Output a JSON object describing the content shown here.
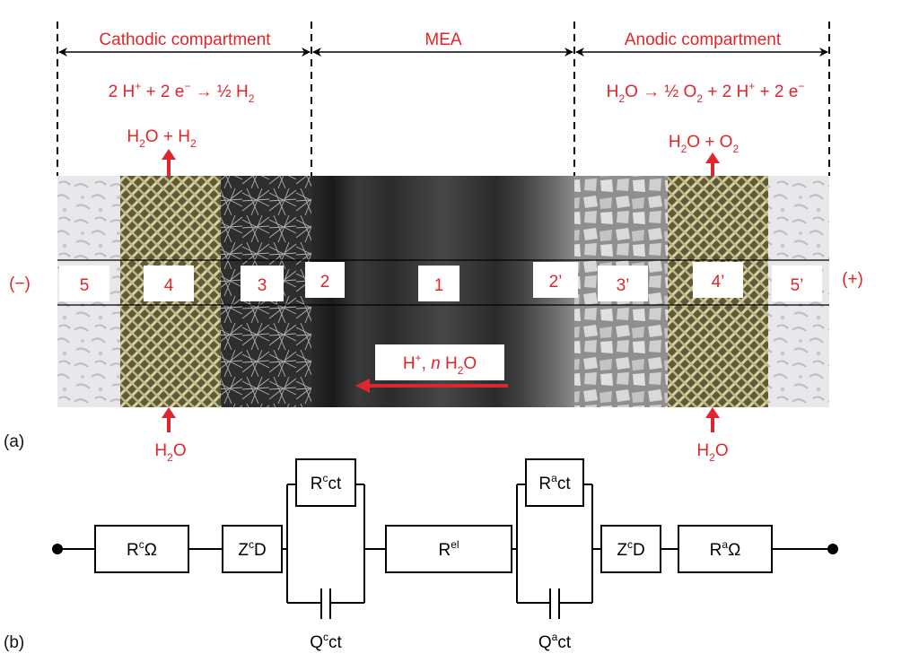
{
  "header": {
    "cathodic": "Cathodic compartment",
    "mea": "MEA",
    "anodic": "Anodic compartment"
  },
  "reactions": {
    "cathode_parts": [
      "2 H",
      "+",
      " + 2 e",
      "−",
      " → ½ H",
      "2"
    ],
    "anode_parts": [
      "H",
      "2",
      "O → ½ O",
      "2",
      " + 2 H",
      "+",
      " + 2 e",
      "−"
    ]
  },
  "products": {
    "cathode_parts": [
      "H",
      "2",
      "O + H",
      "2"
    ],
    "anode_parts": [
      "H",
      "2",
      "O + O",
      "2"
    ]
  },
  "inputs": {
    "left_parts": [
      "H",
      "2",
      "O"
    ],
    "right_parts": [
      "H",
      "2",
      "O"
    ]
  },
  "poles": {
    "negative": "(−)",
    "positive": "(+)"
  },
  "layers": [
    "5",
    "4",
    "3",
    "2",
    "1",
    "2’",
    "3’",
    "4’",
    "5’"
  ],
  "proton_flow_parts": [
    "H",
    "+",
    ", ",
    "n",
    " H",
    "2",
    "O"
  ],
  "panel_labels": {
    "a": "(a)",
    "b": "(b)"
  },
  "circuit": {
    "rc_omega": [
      "R",
      "c",
      "Ω"
    ],
    "zc_d_left": [
      "Z",
      "c",
      "D"
    ],
    "rc_ct": [
      "R",
      "c",
      "ct"
    ],
    "qc_ct": [
      "Q",
      "c",
      "ct"
    ],
    "r_el": [
      "R",
      "el"
    ],
    "ra_ct": [
      "R",
      "a",
      "ct"
    ],
    "qa_ct": [
      "Q",
      "a",
      "ct"
    ],
    "zc_d_right": [
      "Z",
      "c",
      "D"
    ],
    "ra_omega": [
      "R",
      "a",
      "Ω"
    ]
  },
  "colors": {
    "accent": "#e0262a",
    "line": "#000000"
  }
}
